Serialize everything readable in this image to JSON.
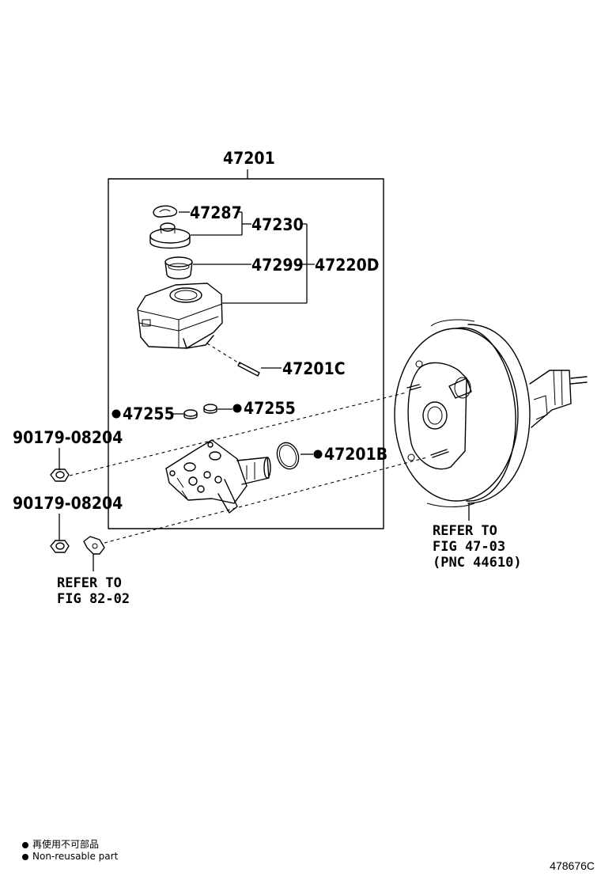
{
  "labels": {
    "assembly": "47201",
    "clip": "47287",
    "cap_subassembly": "47230",
    "strainer": "47299",
    "reservoir_subassembly": "47220D",
    "pin": "47201C",
    "grommet_left": "47255",
    "grommet_right": "47255",
    "o_ring": "47201B",
    "nut_upper": "90179-08204",
    "nut_lower": "90179-08204"
  },
  "references": {
    "booster_ref_line1": "REFER TO",
    "booster_ref_line2": "FIG 47-03",
    "booster_ref_line3": "(PNC 44610)",
    "bracket_ref_line1": "REFER TO",
    "bracket_ref_line2": "FIG 82-02"
  },
  "legend": {
    "marker": "●",
    "japanese": "再使用不可部品",
    "english": "Non-reusable part"
  },
  "figure_number": "478676C"
}
